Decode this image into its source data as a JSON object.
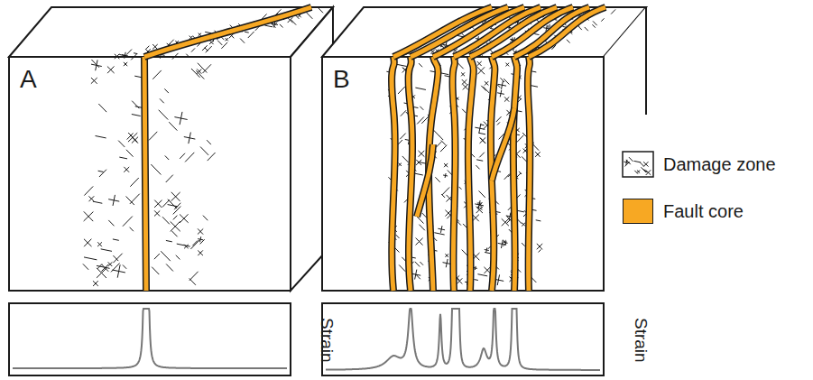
{
  "diagram": {
    "labels": [
      "A",
      "B",
      "Strain",
      "Strain"
    ],
    "legend": [
      {
        "text": "Damage zone"
      },
      {
        "text": "Fault core",
        "color": "#f7a823"
      }
    ]
  }
}
